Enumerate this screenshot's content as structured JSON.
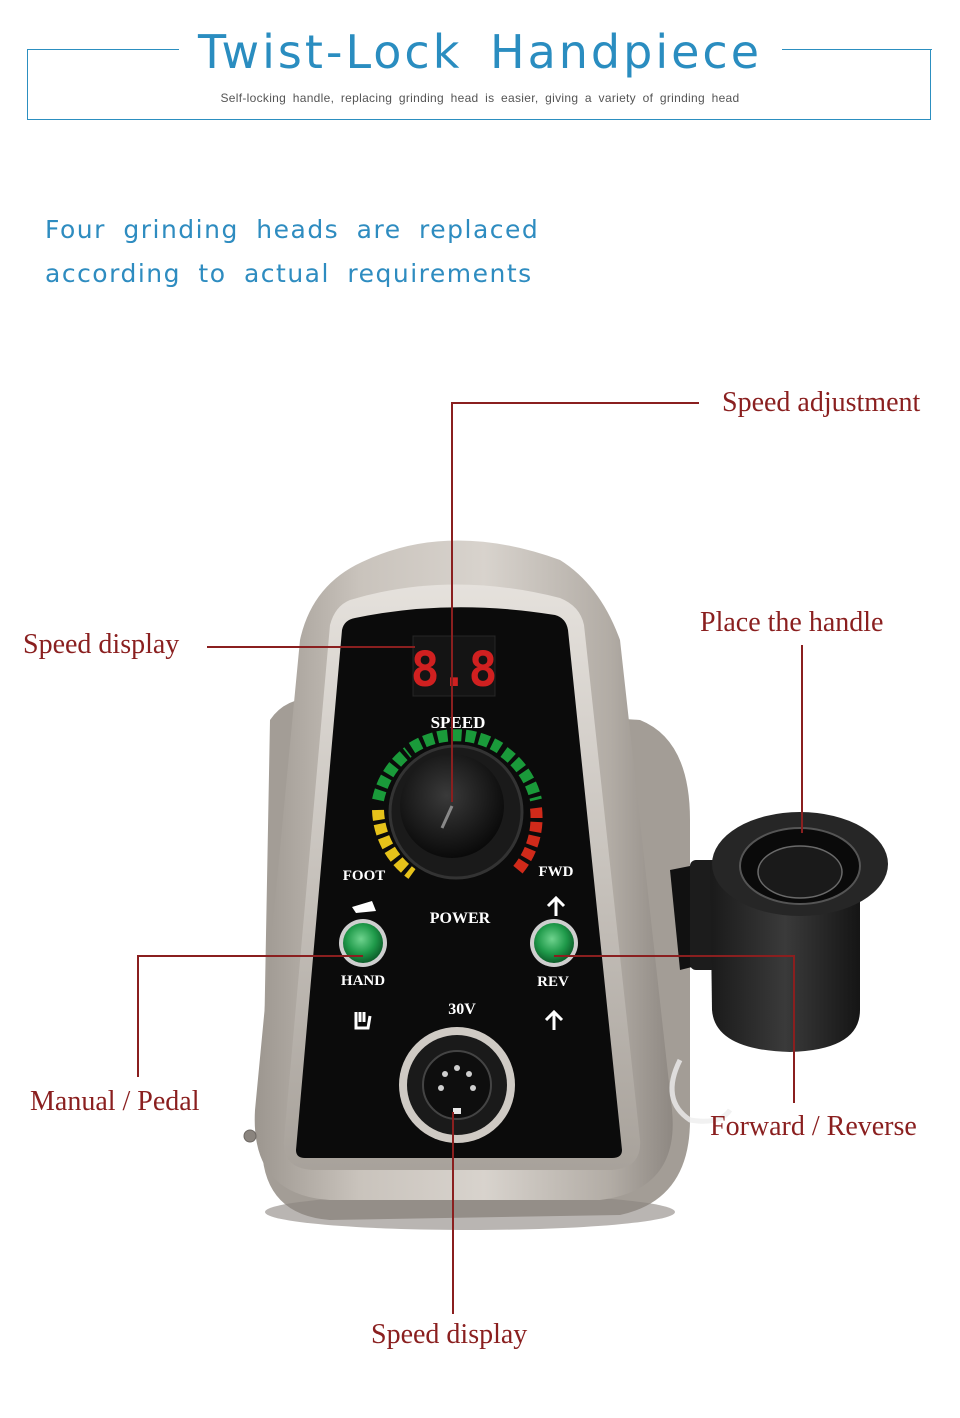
{
  "header": {
    "title": "Twist-Lock Handpiece",
    "subtitle": "Self-locking handle, replacing grinding head is easier, giving a variety of grinding head"
  },
  "intro": {
    "line1": "Four grinding heads are replaced",
    "line2": "according to actual requirements"
  },
  "callouts": {
    "speed_adjustment": "Speed adjustment",
    "speed_display_left": "Speed display",
    "place_handle": "Place the handle",
    "manual_pedal": "Manual / Pedal",
    "forward_reverse": "Forward / Reverse",
    "speed_display_bottom": "Speed display"
  },
  "device_labels": {
    "display_digits": "8.8",
    "speed": "SPEED",
    "foot": "FOOT",
    "fwd": "FWD",
    "power": "POWER",
    "hand": "HAND",
    "rev": "REV",
    "voltage": "30V"
  },
  "colors": {
    "accent_blue": "#2a8dc0",
    "callout_red": "#8a1f1f",
    "button_green": "#1f9a4a",
    "display_red": "#d02020"
  }
}
